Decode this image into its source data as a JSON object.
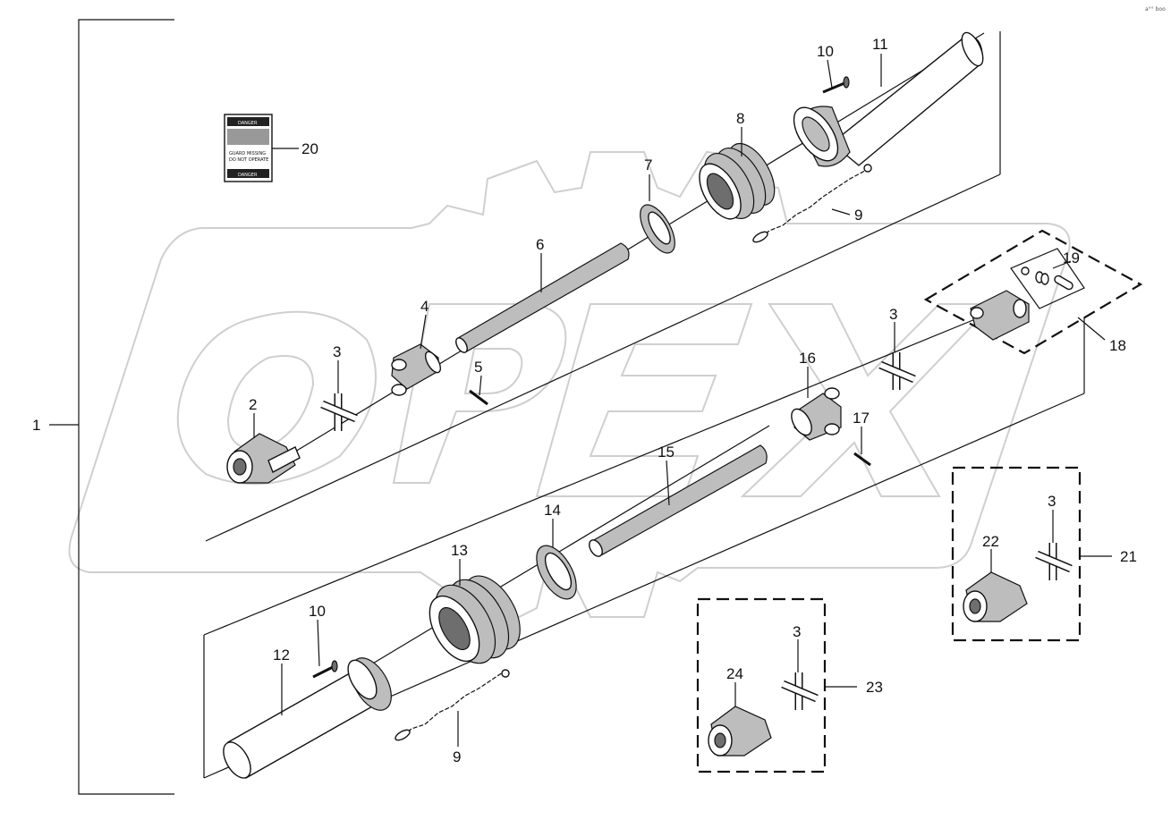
{
  "watermark": "OPEX",
  "corner_mark": "a°° boo",
  "decal": {
    "top": "DANGER",
    "line1": "GUARD MISSING",
    "line2": "DO NOT OPERATE",
    "bottom": "DANGER"
  },
  "labels": {
    "l1": "1",
    "l2": "2",
    "l3a": "3",
    "l3b": "3",
    "l3c": "3",
    "l3d": "3",
    "l4": "4",
    "l5": "5",
    "l6": "6",
    "l7": "7",
    "l8": "8",
    "l9a": "9",
    "l9b": "9",
    "l10a": "10",
    "l10b": "10",
    "l11": "11",
    "l12": "12",
    "l13": "13",
    "l14": "14",
    "l15": "15",
    "l16": "16",
    "l17": "17",
    "l18": "18",
    "l19": "19",
    "l20": "20",
    "l21": "21",
    "l22": "22",
    "l23": "23",
    "l24": "24"
  }
}
